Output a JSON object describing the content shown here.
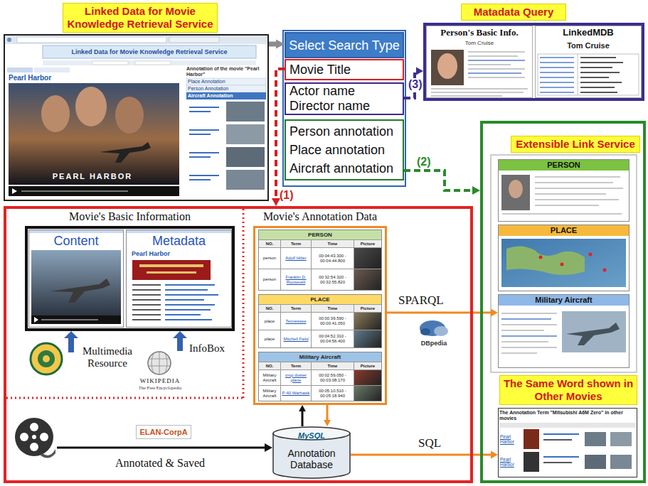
{
  "diagram": {
    "nodes": [
      {
        "text": [
          "Linked Data for Movie Knowledge Retrieval Service",
          "Linked Data for Movie Knowledge Retrieval Service",
          "Pearl Harbor",
          "Annotation of the movie \"Pearl Harbor\"",
          "Place Annotation",
          "Person Annotation",
          "Aircraft Annotation",
          "PEARL HARBOR"
        ]
      },
      {
        "text": [
          "Select Search Type"
        ]
      },
      {
        "text": [
          "Movie Title"
        ]
      },
      {
        "text": [
          "Actor name",
          "Director name"
        ]
      },
      {
        "text": [
          "Person annotation",
          "Place annotation",
          "Aircraft annotation"
        ]
      },
      {
        "text": [
          "Matadata Query"
        ]
      },
      {
        "text": [
          "Person's Basic Info.",
          "Tom Cruise"
        ],
        "in": 5
      },
      {
        "text": [
          "LinkedMDB",
          "Tom Cruise"
        ],
        "in": 5
      },
      {
        "text": [
          "Multimedia Resource",
          "InfoBox",
          "Annotated & Saved"
        ]
      },
      {
        "text": [
          "Movie's Basic Information"
        ],
        "in": 8
      },
      {
        "text": [
          "Content"
        ],
        "in": 9
      },
      {
        "text": [
          "Metadata",
          "Pearl Harbor"
        ],
        "in": 9
      },
      {
        "text": [
          "Movie's Annotation Data"
        ],
        "in": 8
      },
      {
        "text": [
          "PERSON",
          "NO.",
          "Term",
          "Time",
          "Picture",
          "person",
          "Adolf Hitler",
          "00:04:43.300 - 00:04:44.800",
          "person",
          "Franklin D. Roosevelt",
          "00:32:54.320 - 00:32:55.820"
        ],
        "in": 12
      },
      {
        "text": [
          "PLACE",
          "NO.",
          "Term",
          "Time",
          "Picture",
          "place",
          "Tennessee",
          "00:00:39.590 - 00:00:41.050",
          "place",
          "Mitchell Field",
          "00:04:52.310 - 00:04:56.400"
        ],
        "in": 12
      },
      {
        "text": [
          "Military Aircraft",
          "NO.",
          "Term",
          "Time",
          "Picture",
          "Military Aircraft",
          "crop duster plane",
          "00:02:59.050 - 00:03:08.170",
          "Military Aircraft",
          "P-40 Warhawk",
          "00:05:10.510 - 00:05:18.940"
        ],
        "in": 12
      },
      {
        "text": [
          "ELAN-CorpA"
        ],
        "in": 8
      },
      {
        "text": [
          "MySQL",
          "Annotation Database"
        ],
        "in": 8
      },
      {
        "text": [
          "Extensible Link Service"
        ]
      },
      {
        "text": [
          "PERSON"
        ],
        "in": 18
      },
      {
        "text": [
          "PLACE"
        ],
        "in": 18
      },
      {
        "text": [
          "Military Aircraft"
        ],
        "in": 18
      },
      {
        "text": [
          "The Same Word shown in Other Movies",
          "The Annotation Term \"Mitsubishi A6M Zero\" in other movies",
          "Pearl Harbor",
          "Pearl Harbor"
        ],
        "in": 18
      }
    ],
    "edges": [
      {
        "from": 0,
        "to": 1,
        "arrow": "to"
      },
      {
        "from": 2,
        "to": 8,
        "label": "(1)",
        "arrow": "to"
      },
      {
        "from": 4,
        "to": 18,
        "label": "(2)",
        "arrow": "to"
      },
      {
        "from": 3,
        "to": 5,
        "label": "(3)",
        "arrow": "to"
      },
      {
        "from": 12,
        "to": 17,
        "arrow": "to"
      },
      {
        "from": 17,
        "to": 12,
        "arrow": "to"
      },
      {
        "from": 12,
        "to": 21,
        "label": "SPARQL",
        "arrow": "to"
      },
      {
        "from": 17,
        "to": 22,
        "label": "SQL",
        "arrow": "to"
      }
    ],
    "labels": [
      "DBpedia",
      "WIKIPEDIA",
      "The Free Encyclopedia"
    ]
  }
}
